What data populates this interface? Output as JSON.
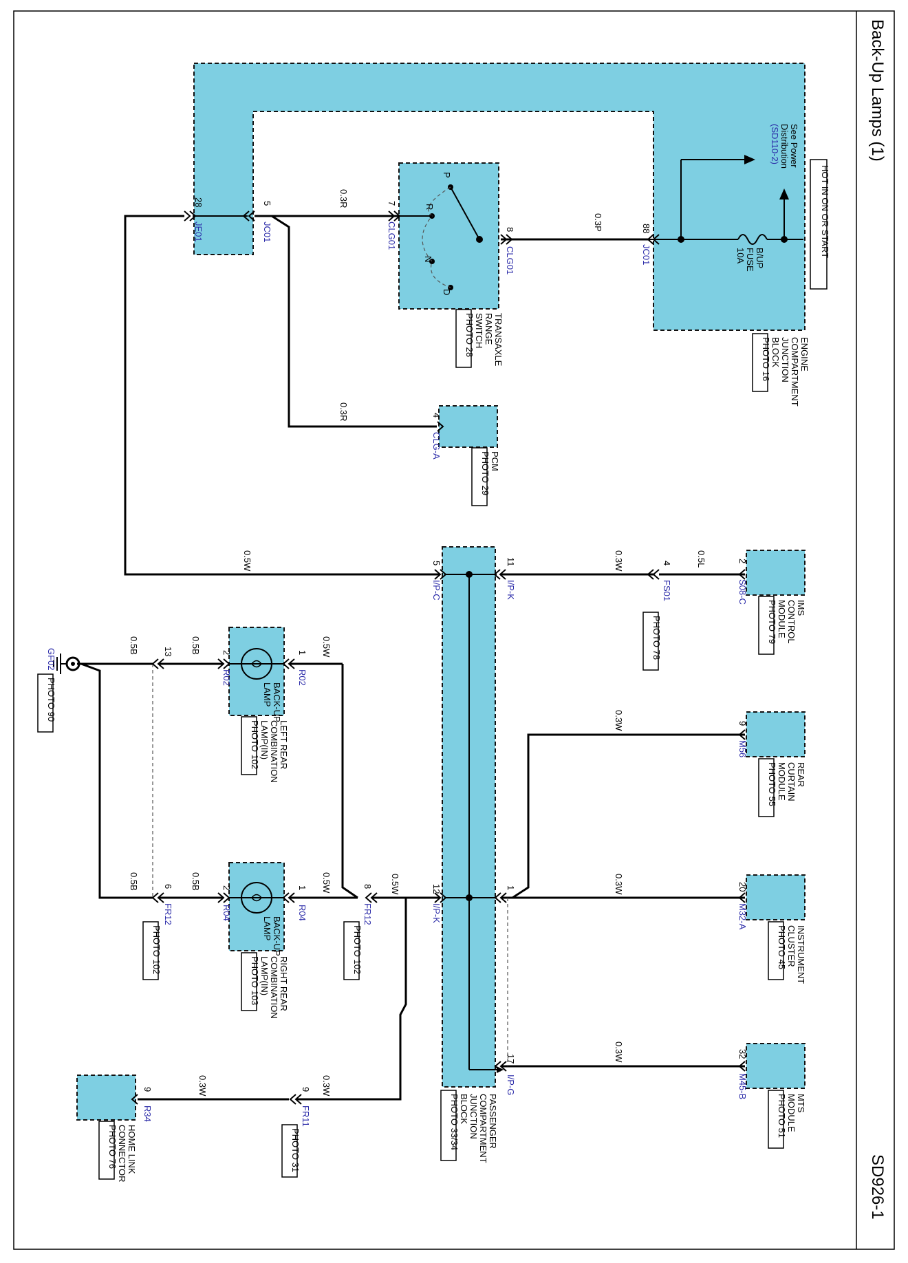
{
  "header": {
    "title": "Back-Up Lamps (1)",
    "code": "SD926-1"
  },
  "power": {
    "hot_label": "HOT IN ON OR START",
    "see_label_1": "See Power",
    "see_label_2": "Distribution",
    "see_ref": "(SD110-2)",
    "fuse_name_1": "B/UP",
    "fuse_name_2": "FUSE",
    "fuse_rating": "10A"
  },
  "components": {
    "engine_jb": {
      "line1": "ENGINE",
      "line2": "COMPARTMENT",
      "line3": "JUNCTION",
      "line4": "BLOCK",
      "photo": "PHOTO 16"
    },
    "transaxle": {
      "line1": "TRANSAXLE",
      "line2": "RANGE",
      "line3": "SWITCH",
      "photo": "PHOTO 28",
      "pos_p": "P",
      "pos_r": "R",
      "pos_n": "N",
      "pos_d": "D"
    },
    "pcm": {
      "line1": "PCM",
      "photo": "PHOTO 29"
    },
    "ims": {
      "line1": "IMS",
      "line2": "CONTROL",
      "line3": "MODULE",
      "photo": "PHOTO 79"
    },
    "rear_curtain": {
      "line1": "REAR",
      "line2": "CURTAIN",
      "line3": "MODULE",
      "photo": "PHOTO 55"
    },
    "instrument": {
      "line1": "INSTRUMENT",
      "line2": "CLUSTER",
      "photo": "PHOTO 45"
    },
    "mts": {
      "line1": "MTS",
      "line2": "MODULE",
      "photo": "PHOTO 51"
    },
    "passenger_jb": {
      "line1": "PASSENGER",
      "line2": "COMPARTMENT",
      "line3": "JUNCTION",
      "line4": "BLOCK",
      "photo": "PHOTO 33/34"
    },
    "left_lamp": {
      "inner1": "BACK-UP",
      "inner2": "LAMP",
      "line1": "LEFT REAR",
      "line2": "COMBINATION",
      "line3": "LAMP(IN)",
      "photo": "PHOTO 102"
    },
    "right_lamp": {
      "inner1": "BACK-UP",
      "inner2": "LAMP",
      "line1": "RIGHT REAR",
      "line2": "COMBINATION",
      "line3": "LAMP(IN)",
      "photo": "PHOTO 103"
    },
    "homelink": {
      "line1": "HOME LINK",
      "line2": "CONNECTOR",
      "photo": "PHOTO 76"
    },
    "ground": {
      "name": "GF02",
      "photo": "PHOTO 90"
    },
    "fs01_photo": "PHOTO 78",
    "fr12_photo_a": "PHOTO 102",
    "fr12_photo_b": "PHOTO 102",
    "fr11_photo": "PHOTO 31"
  },
  "connectors": {
    "jc01_88": {
      "id": "JC01",
      "pin": "88"
    },
    "clg01_8": {
      "id": "CLG01",
      "pin": "8"
    },
    "clg01_7": {
      "id": "CLG01",
      "pin": "7"
    },
    "jc01_5": {
      "id": "JC01",
      "pin": "5"
    },
    "je01_28": {
      "id": "JE01",
      "pin": "28"
    },
    "clga_4": {
      "id": "CLG-A",
      "pin": "4"
    },
    "s08c_2": {
      "id": "S08-C",
      "pin": "2"
    },
    "fs01_4": {
      "id": "FS01",
      "pin": "4"
    },
    "ipk_11": {
      "id": "I/P-K",
      "pin": "11"
    },
    "ipc_5": {
      "id": "I/P-C",
      "pin": "5"
    },
    "m56_9": {
      "id": "M56",
      "pin": "9"
    },
    "m32a_20": {
      "id": "M32-A",
      "pin": "20"
    },
    "m45b_32": {
      "id": "M45-B",
      "pin": "32"
    },
    "ipk_1": {
      "pin": "1"
    },
    "ipk_12": {
      "id": "I/P-K",
      "pin": "12"
    },
    "ipg_17": {
      "id": "I/P-G",
      "pin": "17"
    },
    "r02_1": {
      "id": "R02",
      "pin": "1"
    },
    "r02_2": {
      "id": "R02",
      "pin": "2"
    },
    "r04_1": {
      "id": "R04",
      "pin": "1"
    },
    "r04_2": {
      "id": "R04",
      "pin": "2"
    },
    "fr12_8": {
      "id": "FR12",
      "pin": "8"
    },
    "fr12_6": {
      "id": "FR12",
      "pin": "6"
    },
    "gnd_13": {
      "pin": "13"
    },
    "fr11_9": {
      "id": "FR11",
      "pin": "9"
    },
    "r34_9": {
      "id": "R34",
      "pin": "9"
    }
  },
  "wires": {
    "w_03p": "0.3P",
    "w_03r_top": "0.3R",
    "w_03r_pcm": "0.3R",
    "w_05w_ipc": "0.5W",
    "w_03w_ims": "0.3W",
    "w_05l_ims": "0.5L",
    "w_03w_m56": "0.3W",
    "w_03w_m32": "0.3W",
    "w_03w_m45": "0.3W",
    "w_05w_left": "0.5W",
    "w_05b_left": "0.5B",
    "w_05b_gnd": "0.5B",
    "w_05w_fr12": "0.5W",
    "w_05w_right": "0.5W",
    "w_05b_right": "0.5B",
    "w_05b_gnd_r": "0.5B",
    "w_03w_fr11": "0.3W",
    "w_03w_r34": "0.3W"
  }
}
